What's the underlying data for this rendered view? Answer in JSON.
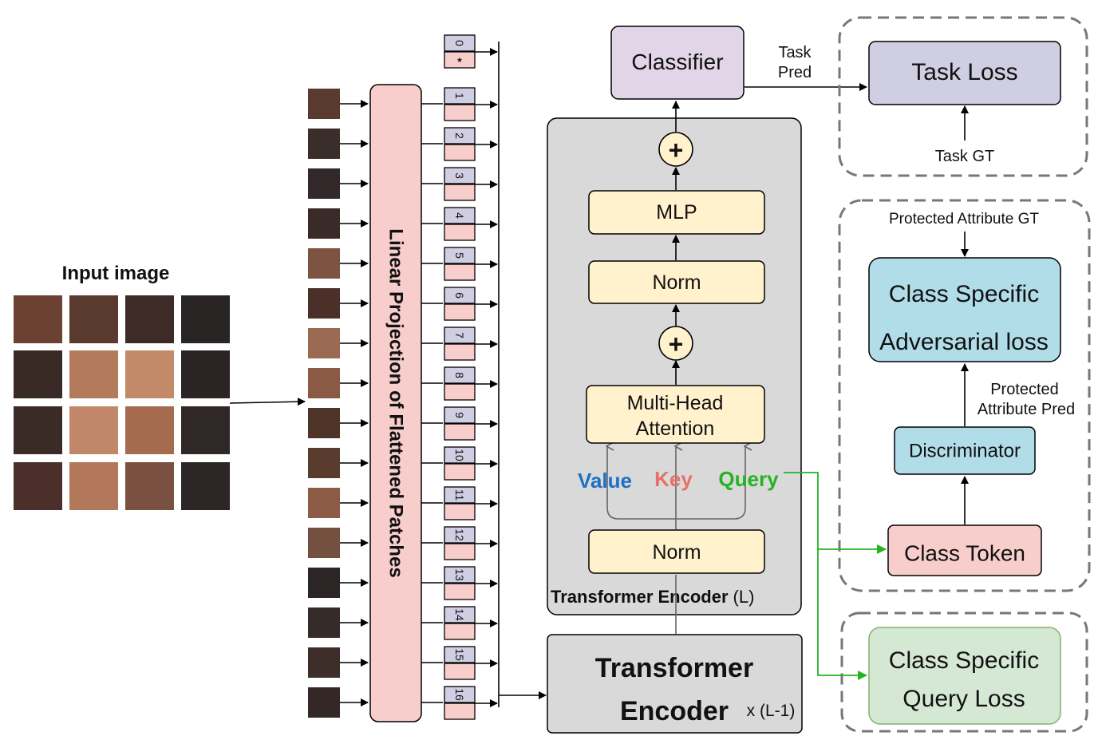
{
  "input": {
    "title": "Input image"
  },
  "projection": {
    "label": "Linear Projection of Flattened Patches"
  },
  "tokens": {
    "cls_index": "0",
    "cls_mark": "*",
    "indices": [
      "1",
      "2",
      "3",
      "4",
      "5",
      "6",
      "7",
      "8",
      "9",
      "10",
      "11",
      "12",
      "13",
      "14",
      "15",
      "16"
    ]
  },
  "encoder_L": {
    "title": "Transformer Encoder",
    "suffix": "(L)",
    "mlp": "MLP",
    "norm_top": "Norm",
    "mha_line1": "Multi-Head",
    "mha_line2": "Attention",
    "norm_bottom": "Norm",
    "plus": "+",
    "value": "Value",
    "key": "Key",
    "query": "Query"
  },
  "encoder_L1": {
    "line1": "Transformer",
    "line2": "Encoder",
    "repeat": "x (L-1)"
  },
  "classifier": {
    "label": "Classifier",
    "pred_line1": "Task",
    "pred_line2": "Pred"
  },
  "task_loss": {
    "label": "Task Loss",
    "gt": "Task GT"
  },
  "adversarial": {
    "gt": "Protected Attribute GT",
    "loss_line1": "Class Specific",
    "loss_line2": "Adversarial loss",
    "pred_line1": "Protected",
    "pred_line2": "Attribute Pred",
    "discriminator": "Discriminator",
    "class_token": "Class Token"
  },
  "query_loss": {
    "line1": "Class Specific",
    "line2": "Query Loss"
  },
  "colors": {
    "value": "#1f6fc5",
    "key": "#e8706a",
    "query": "#22b422",
    "encoder_bg": "#d9d9d9",
    "yellow_block": "#fff2cc",
    "classifier": "#e1d5e7",
    "task_loss": "#d0cee2",
    "blue_block": "#b1dde9",
    "pink_block": "#f8cecc",
    "green_block": "#d5e8d4",
    "token_index": "#d0cee2"
  }
}
